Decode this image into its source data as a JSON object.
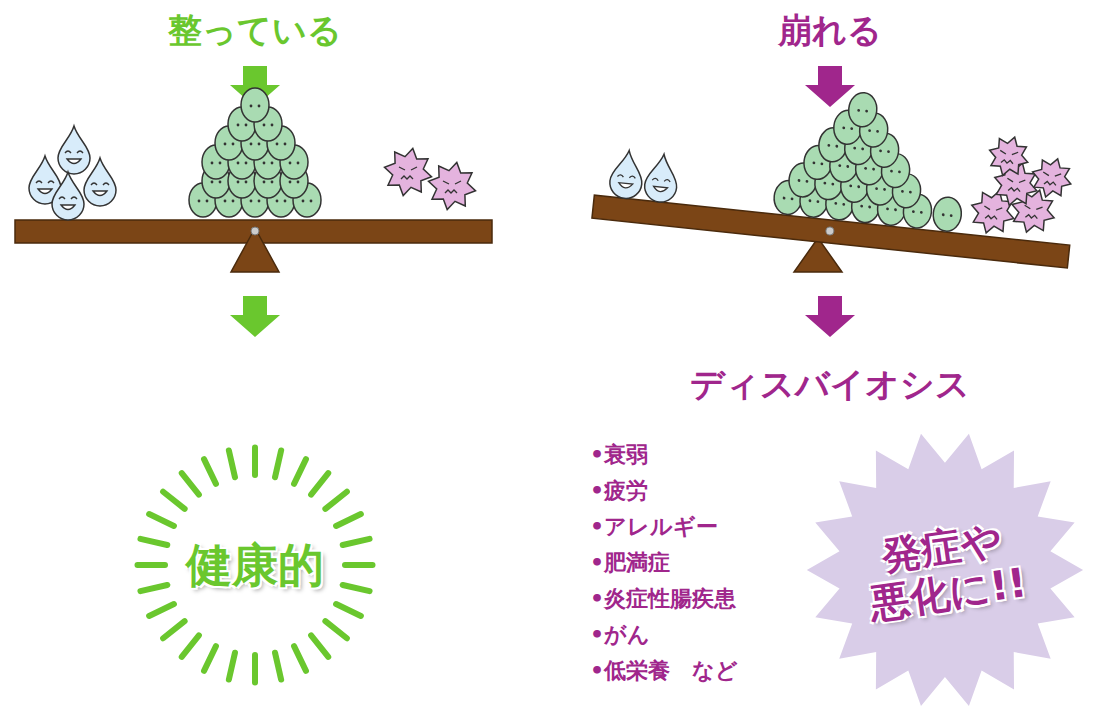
{
  "diagram": {
    "nodes": [
      {
        "text": [
          "健康的"
        ]
      },
      {
        "text": [
          "発症や 悪化に!!"
        ]
      }
    ],
    "labels": [
      "整っている",
      "崩れる",
      "ディスバイオシス",
      "•衰弱",
      "•疲労",
      "•アレルギー",
      "•肥満症",
      "•炎症性腸疾患",
      "•がん",
      "•低栄養　など"
    ]
  }
}
